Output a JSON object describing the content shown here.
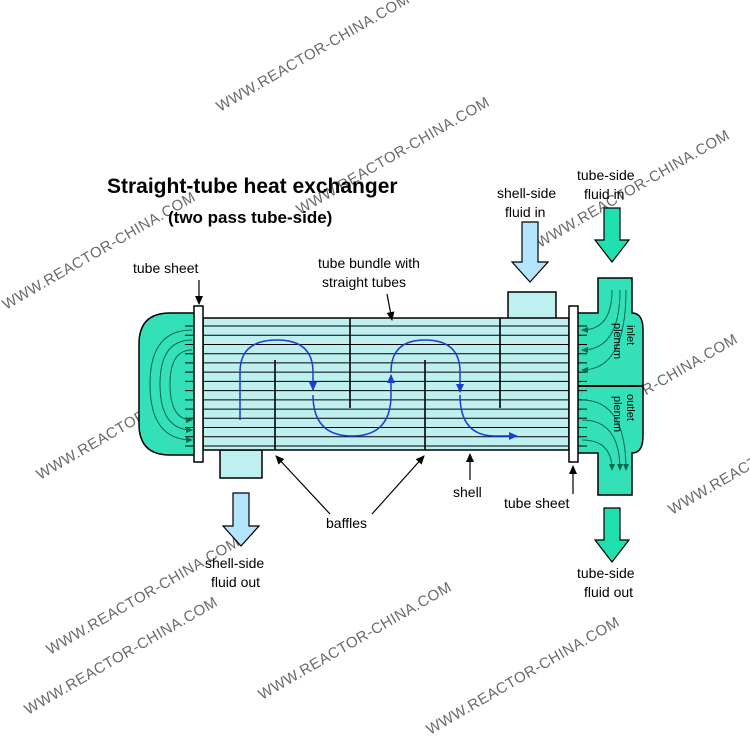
{
  "title": "Straight-tube heat exchanger",
  "subtitle": "(two pass tube-side)",
  "labels": {
    "tube_sheet_left": "tube sheet",
    "tube_bundle_line1": "tube bundle with",
    "tube_bundle_line2": "straight tubes",
    "shell_in_line1": "shell-side",
    "shell_in_line2": "fluid in",
    "tube_in_line1": "tube-side",
    "tube_in_line2": "fluid in",
    "inlet_plenum_line1": "inlet",
    "inlet_plenum_line2": "plenum",
    "outlet_plenum_line1": "outlet",
    "outlet_plenum_line2": "plenum",
    "shell": "shell",
    "tube_sheet_right": "tube sheet",
    "baffles": "baffles",
    "shell_out_line1": "shell-side",
    "shell_out_line2": "fluid out",
    "tube_out_line1": "tube-side",
    "tube_out_line2": "fluid out"
  },
  "watermark": "WWW.REACTOR-CHINA.COM",
  "colors": {
    "shell_fill": "#bff0f0",
    "plenum_fill": "#33e0b8",
    "arrow_fill": "#b3e5fc",
    "tube_side_arrow_fill": "#20e0b0",
    "flow_path": "#1a3fd0"
  }
}
